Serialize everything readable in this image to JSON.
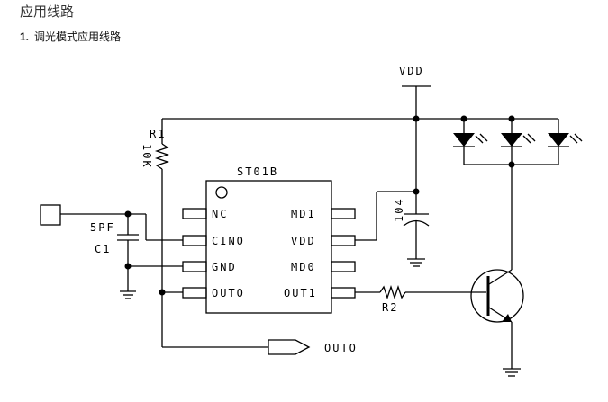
{
  "page": {
    "title": "应用线路",
    "section_number": "1.",
    "section_title": "调光模式应用线路"
  },
  "schematic": {
    "vdd_label": "VDD",
    "r1_label": "R1",
    "r1_value": "10K",
    "ic_name": "ST01B",
    "pins_left": [
      "NC",
      "CINO",
      "GND",
      "OUTO"
    ],
    "pins_right": [
      "MD1",
      "VDD",
      "MD0",
      "OUT1"
    ],
    "c1_value": "5PF",
    "c1_label": "C1",
    "cap_value": "104",
    "r2_label": "R2",
    "output_label": "OUTO"
  }
}
